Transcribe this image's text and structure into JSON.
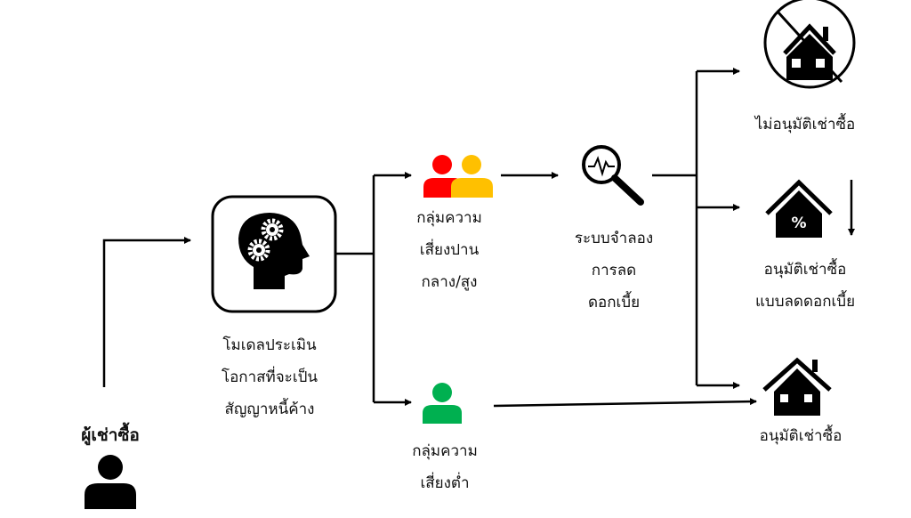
{
  "customer": {
    "label": "ผู้เช่าซื้อ",
    "icon": "person-icon",
    "color": "#000000"
  },
  "model": {
    "lines": [
      "โมเดลประเมิน",
      "โอกาสที่จะเป็น",
      "สัญญาหนี้ค้าง"
    ],
    "icon": "brain-gears-icon"
  },
  "groups": {
    "medium_high": {
      "lines": [
        "กลุ่มความ",
        "เสี่ยงปาน",
        "กลาง/สูง"
      ],
      "colors": [
        "#FF0000",
        "#FFC000"
      ]
    },
    "low": {
      "lines": [
        "กลุ่มความ",
        "เสี่ยงต่ำ"
      ],
      "color": "#00B050"
    }
  },
  "simulation": {
    "lines": [
      "ระบบจำลอง",
      "การลด",
      "ดอกเบี้ย"
    ],
    "icon": "magnifier-pulse-icon"
  },
  "outcomes": {
    "reject": {
      "label": "ไม่อนุมัติเช่าซื้อ",
      "icon": "no-house-icon"
    },
    "reduced": {
      "lines": [
        "อนุมัติเช่าซื้อ",
        "แบบลดดอกเบี้ย"
      ],
      "icon": "house-percent-icon"
    },
    "approve": {
      "label": "อนุมัติเช่าซื้อ",
      "icon": "house-icon"
    }
  }
}
